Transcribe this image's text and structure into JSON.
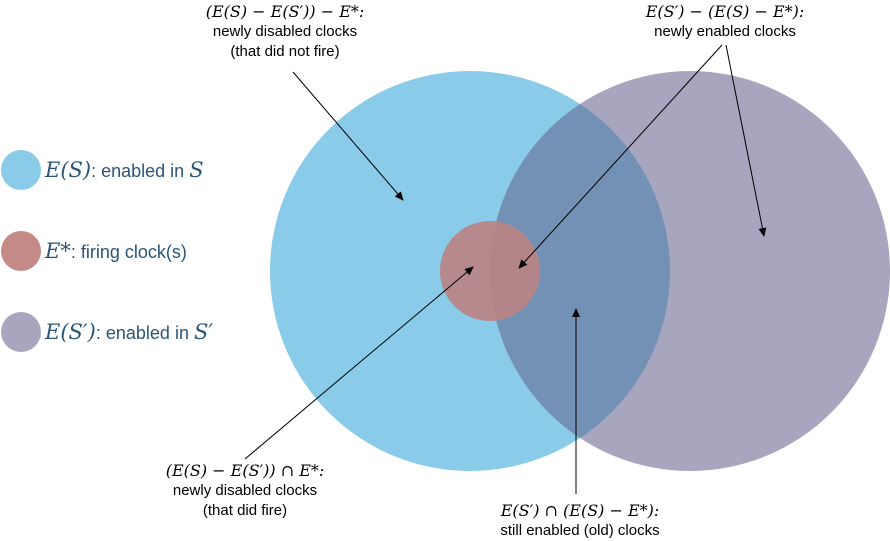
{
  "diagram": {
    "colors": {
      "set_S": "#89cbe8",
      "set_S_prime": "#a8a6be",
      "overlap": "#7391b5",
      "firing": "#c48a88"
    },
    "legend": [
      {
        "math": "E(S)",
        "text": ": enabled in ",
        "math_end": "S"
      },
      {
        "math": "E*",
        "text": ": firing clock(s)",
        "math_end": ""
      },
      {
        "math": "E(S′)",
        "text": ": enabled in ",
        "math_end": "S′"
      }
    ],
    "annotations": {
      "disabled_not_fired": {
        "formula": "(E(S) − E(S′)) − E*:",
        "line1": "newly disabled clocks",
        "line2": "(that did not fire)"
      },
      "newly_enabled": {
        "formula": "E(S′) − (E(S) − E*):",
        "line1": "newly enabled clocks"
      },
      "disabled_fired": {
        "formula": "(E(S) − E(S′)) ∩ E*:",
        "line1": "newly disabled clocks",
        "line2": "(that did fire)"
      },
      "still_enabled": {
        "formula": "E(S′) ∩ (E(S) − E*):",
        "line1": "still enabled (old) clocks"
      }
    }
  }
}
